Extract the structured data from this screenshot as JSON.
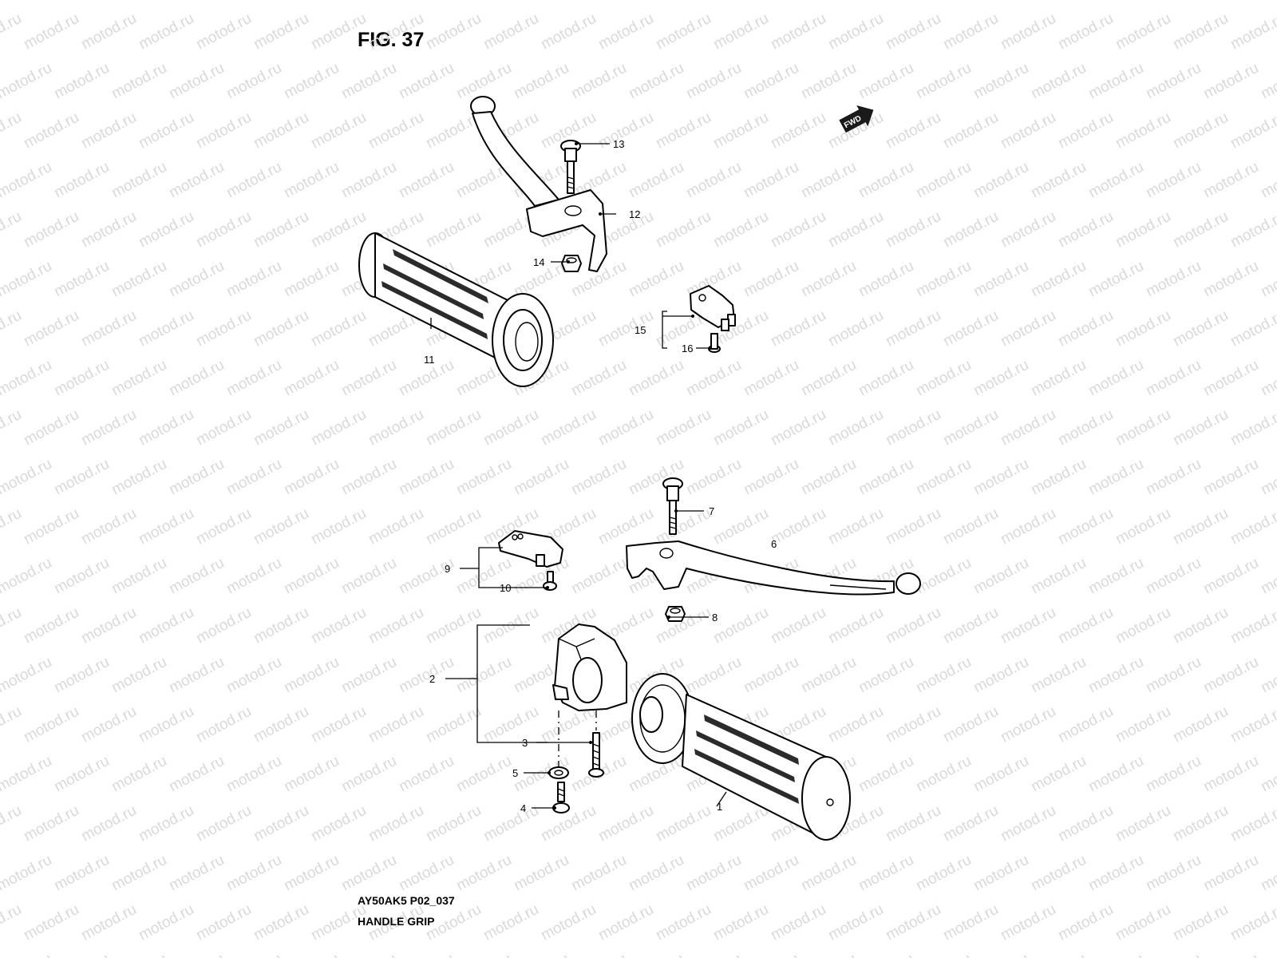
{
  "figure": {
    "title": "FIG. 37",
    "code": "AY50AK5 P02_037",
    "caption": "HANDLE GRIP"
  },
  "watermark_text": "motod.ru",
  "fwd_label": "FWD",
  "callouts": {
    "c1": "1",
    "c2": "2",
    "c3": "3",
    "c4": "4",
    "c5": "5",
    "c6": "6",
    "c7": "7",
    "c8": "8",
    "c9": "9",
    "c10": "10",
    "c11": "11",
    "c12": "12",
    "c13": "13",
    "c14": "14",
    "c15": "15",
    "c16": "16"
  }
}
